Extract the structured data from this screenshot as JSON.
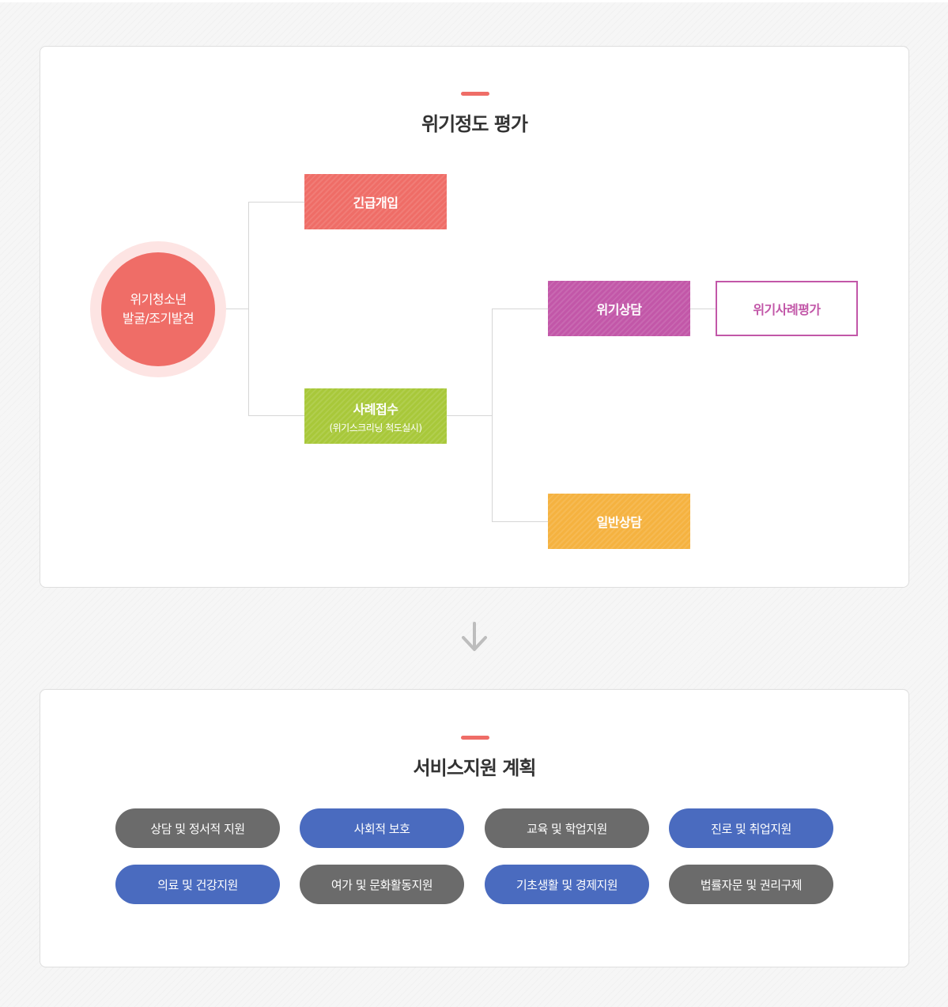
{
  "section1": {
    "title": "위기정도 평가",
    "start": {
      "line1": "위기청소년",
      "line2": "발굴/조기발견"
    },
    "emergency": "긴급개입",
    "intake": {
      "label": "사례접수",
      "sub": "(위기스크리닝 척도실시)"
    },
    "crisis_counseling": "위기상담",
    "case_evaluation": "위기사례평가",
    "general_counseling": "일반상담"
  },
  "section2": {
    "title": "서비스지원 계획",
    "services": [
      "상담 및 정서적 지원",
      "사회적 보호",
      "교육 및 학업지원",
      "진로 및 취업지원",
      "의료 및 건강지원",
      "여가 및 문화활동지원",
      "기초생활 및 경제지원",
      "법률자문 및 권리구제"
    ]
  },
  "colors": {
    "accent": "#ef6d67",
    "emergency": "#ef6d67",
    "intake": "#a8c83a",
    "crisis": "#c257a8",
    "general": "#f5b240",
    "pill_gray": "#6b6b6b",
    "pill_blue": "#4a6bbf"
  },
  "icons": {
    "flow_arrow": "arrow-down-icon"
  }
}
